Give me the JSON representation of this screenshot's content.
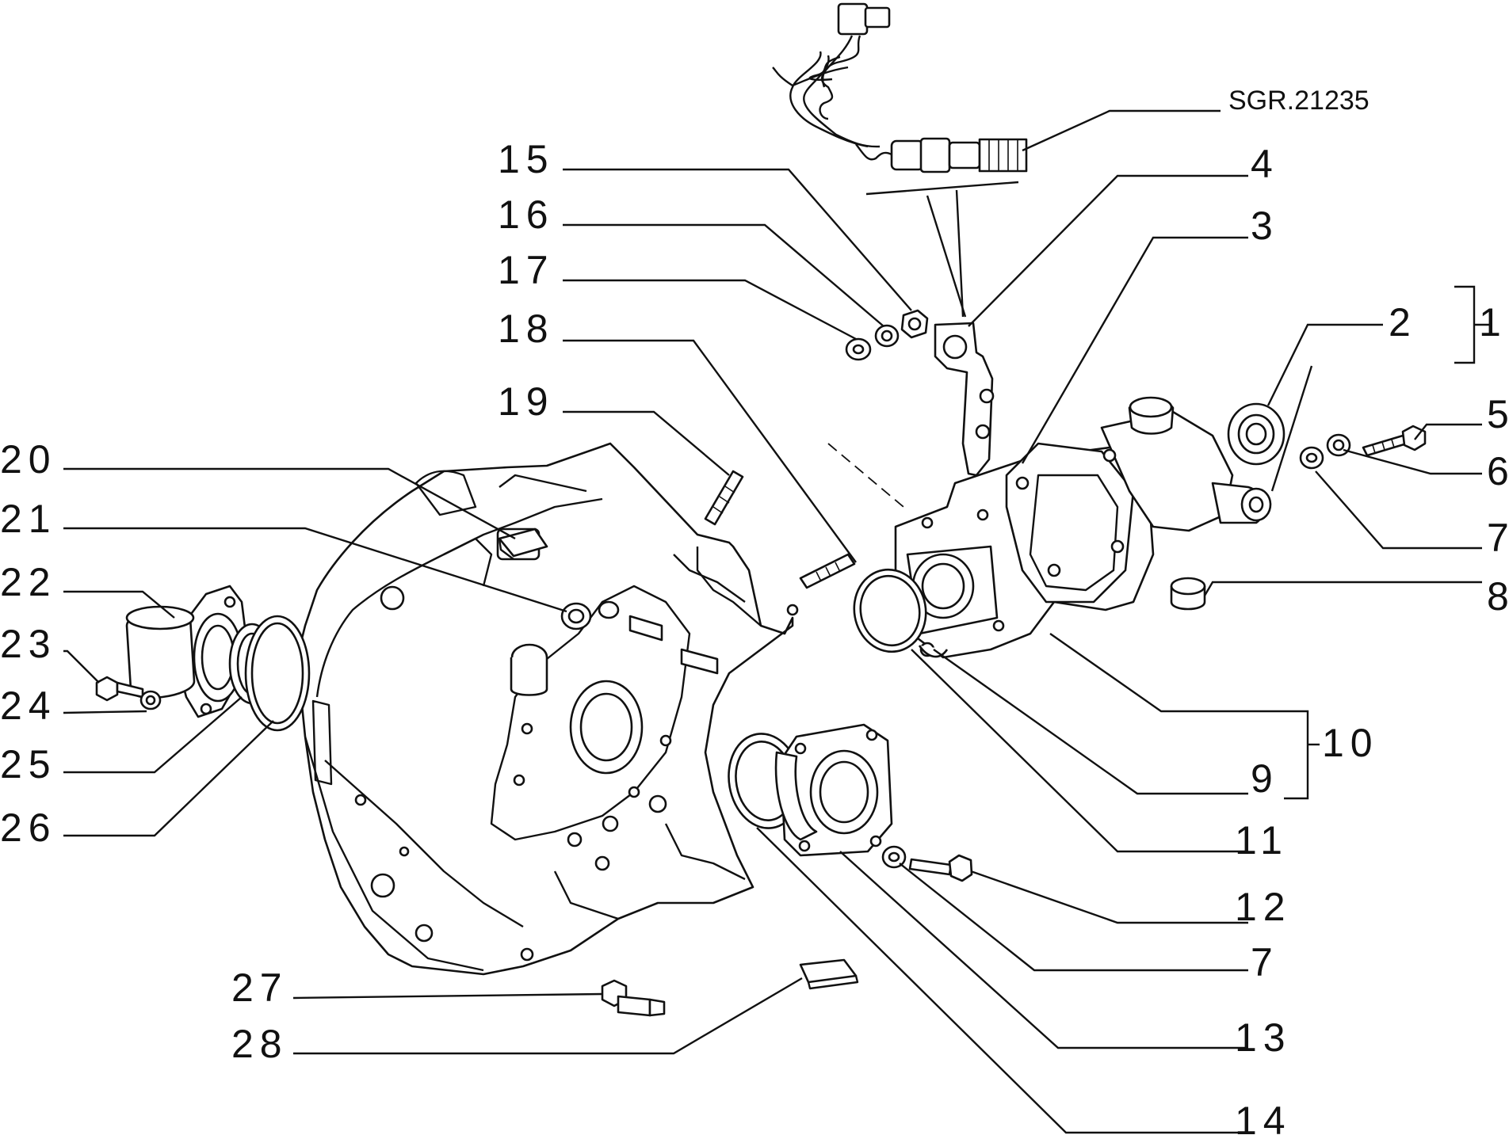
{
  "reference_code": "SGR.21235",
  "callouts": [
    {
      "id": "c1",
      "text": "1"
    },
    {
      "id": "c2",
      "text": "2"
    },
    {
      "id": "c3",
      "text": "3"
    },
    {
      "id": "c4",
      "text": "4"
    },
    {
      "id": "c5",
      "text": "5"
    },
    {
      "id": "c6",
      "text": "6"
    },
    {
      "id": "c7a",
      "text": "7"
    },
    {
      "id": "c7b",
      "text": "7"
    },
    {
      "id": "c8",
      "text": "8"
    },
    {
      "id": "c9",
      "text": "9"
    },
    {
      "id": "c10",
      "text": "10"
    },
    {
      "id": "c11",
      "text": "11"
    },
    {
      "id": "c12",
      "text": "12"
    },
    {
      "id": "c13",
      "text": "13"
    },
    {
      "id": "c14",
      "text": "14"
    },
    {
      "id": "c15",
      "text": "15"
    },
    {
      "id": "c16",
      "text": "16"
    },
    {
      "id": "c17",
      "text": "17"
    },
    {
      "id": "c18",
      "text": "18"
    },
    {
      "id": "c19",
      "text": "19"
    },
    {
      "id": "c20",
      "text": "20"
    },
    {
      "id": "c21",
      "text": "21"
    },
    {
      "id": "c22",
      "text": "22"
    },
    {
      "id": "c23",
      "text": "23"
    },
    {
      "id": "c24",
      "text": "24"
    },
    {
      "id": "c25",
      "text": "25"
    },
    {
      "id": "c26",
      "text": "26"
    },
    {
      "id": "c27",
      "text": "27"
    },
    {
      "id": "c28",
      "text": "28"
    }
  ]
}
